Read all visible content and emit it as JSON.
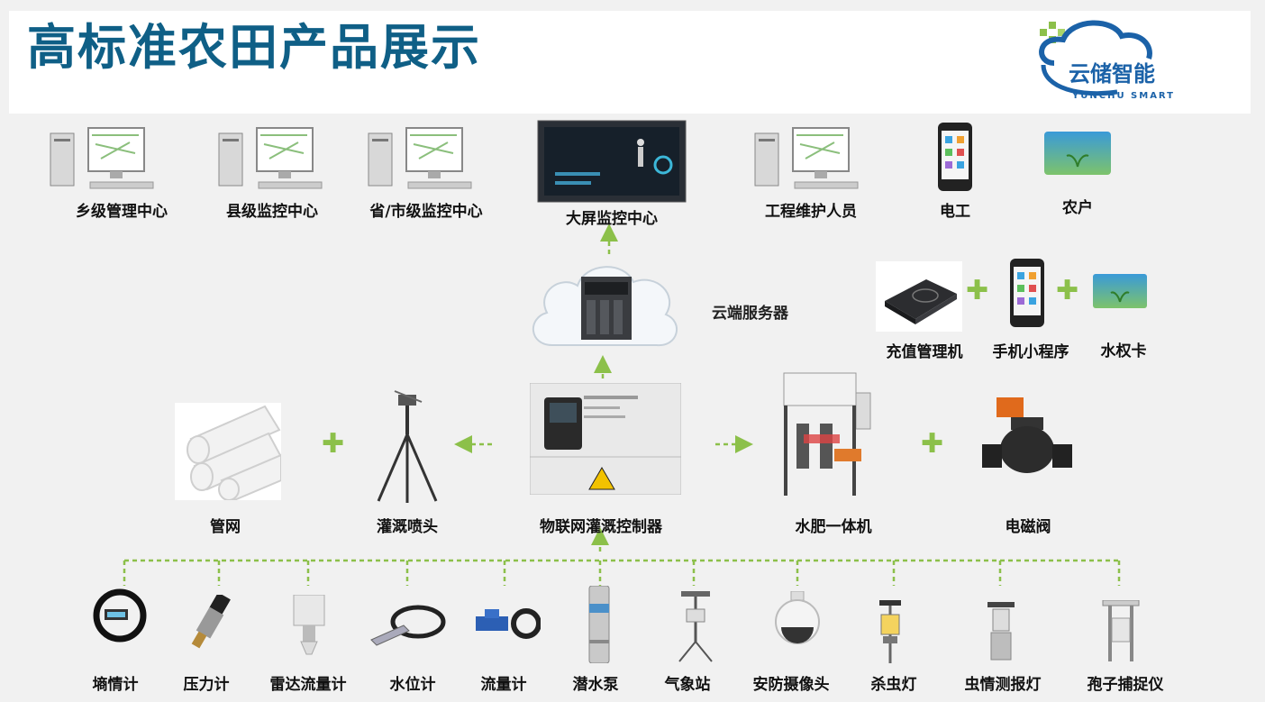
{
  "header": {
    "title": "高标准农田产品展示",
    "logo_text": "云储智能",
    "logo_sub": "YUNCHU SMART"
  },
  "top_row": [
    {
      "label": "乡级管理中心",
      "icon": "desktop-computer-icon"
    },
    {
      "label": "县级监控中心",
      "icon": "desktop-computer-icon"
    },
    {
      "label": "省/市级监控中心",
      "icon": "desktop-computer-icon"
    },
    {
      "label": "大屏监控中心",
      "icon": "dashboard-screen-icon"
    },
    {
      "label": "工程维护人员",
      "icon": "desktop-computer-icon"
    },
    {
      "label": "电工",
      "icon": "smartphone-icon"
    },
    {
      "label": "农户",
      "icon": "card-icon"
    }
  ],
  "cloud": {
    "label": "云端服务器",
    "icon": "cloud-server-icon"
  },
  "card_row": [
    {
      "label": "充值管理机",
      "icon": "card-reader-icon"
    },
    {
      "label": "手机小程序",
      "icon": "smartphone-icon"
    },
    {
      "label": "水权卡",
      "icon": "card-icon"
    }
  ],
  "middle_row": [
    {
      "label": "管网",
      "icon": "pipe-icon"
    },
    {
      "label": "灌溉喷头",
      "icon": "sprinkler-icon"
    },
    {
      "label": "物联网灌溉控制器",
      "icon": "controller-cabinet-icon"
    },
    {
      "label": "水肥一体机",
      "icon": "fertigation-machine-icon"
    },
    {
      "label": "电磁阀",
      "icon": "solenoid-valve-icon"
    }
  ],
  "sensors": [
    {
      "label": "墒情计",
      "icon": "soil-moisture-sensor-icon"
    },
    {
      "label": "压力计",
      "icon": "pressure-gauge-icon"
    },
    {
      "label": "雷达流量计",
      "icon": "radar-flowmeter-icon"
    },
    {
      "label": "水位计",
      "icon": "water-level-sensor-icon"
    },
    {
      "label": "流量计",
      "icon": "flowmeter-icon"
    },
    {
      "label": "潜水泵",
      "icon": "submersible-pump-icon"
    },
    {
      "label": "气象站",
      "icon": "weather-station-icon"
    },
    {
      "label": "安防摄像头",
      "icon": "security-camera-icon"
    },
    {
      "label": "杀虫灯",
      "icon": "insect-lamp-icon"
    },
    {
      "label": "虫情测报灯",
      "icon": "pest-monitor-lamp-icon"
    },
    {
      "label": "孢子捕捉仪",
      "icon": "spore-trap-icon"
    }
  ],
  "colors": {
    "title": "#0f5f86",
    "accent": "#8cc04a",
    "logo": "#1b62a8"
  }
}
